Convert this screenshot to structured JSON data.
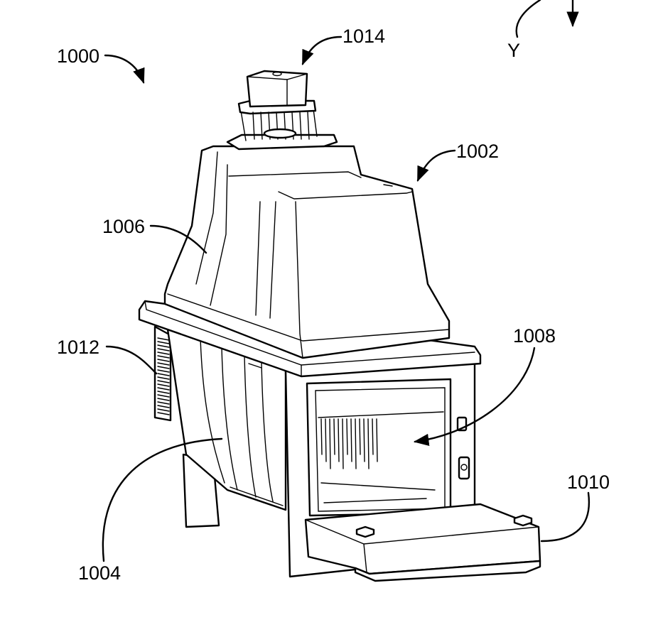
{
  "figure": {
    "labels": {
      "system": "1000",
      "housing": "1002",
      "lower_body": "1004",
      "hood": "1006",
      "chamber": "1008",
      "drawer": "1010",
      "vent": "1012",
      "top_module": "1014",
      "axis_y": "Y"
    },
    "colors": {
      "line": "#000000",
      "background": "#ffffff"
    }
  }
}
